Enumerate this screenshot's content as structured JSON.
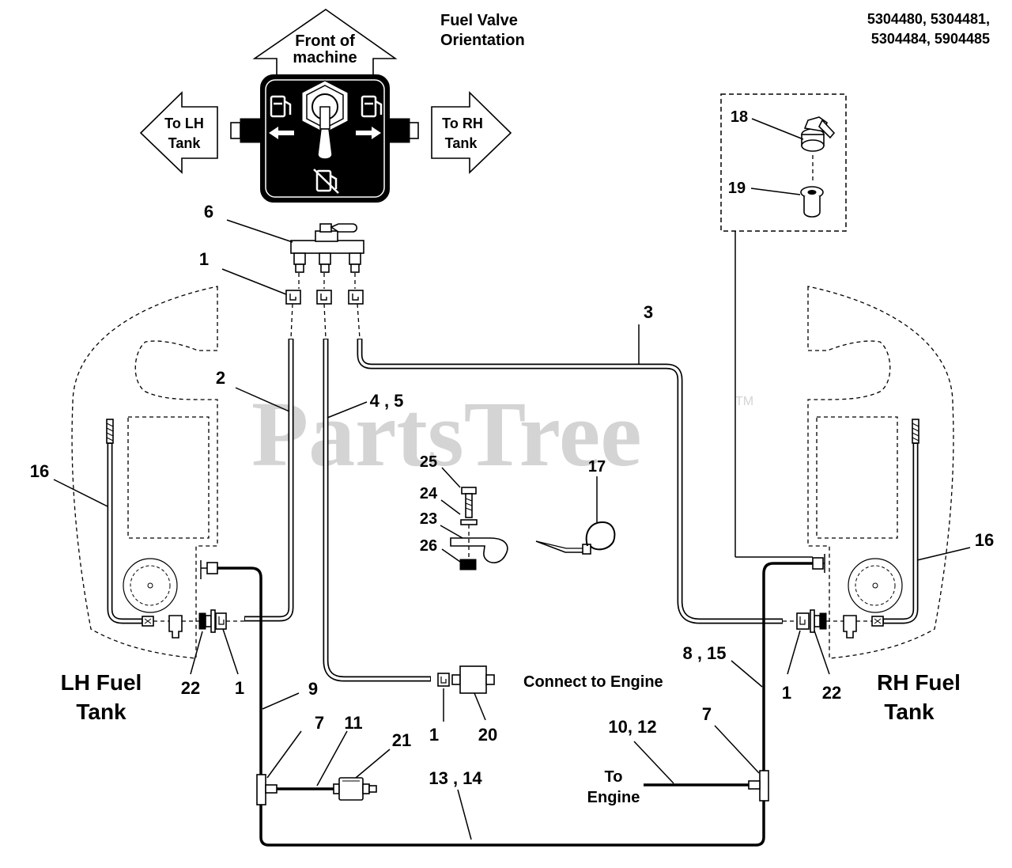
{
  "model_numbers": [
    "5304480, 5304481,",
    "5304484, 5904485"
  ],
  "valve_orientation": {
    "title": [
      "Fuel Valve",
      "Orientation"
    ],
    "front_label": [
      "Front of",
      "machine"
    ],
    "lh_label": [
      "To LH",
      "Tank"
    ],
    "rh_label": [
      "To RH",
      "Tank"
    ]
  },
  "watermark": {
    "text": "PartsTree",
    "tm": "TM"
  },
  "tank_labels": {
    "lh": [
      "LH Fuel",
      "Tank"
    ],
    "rh": [
      "RH Fuel",
      "Tank"
    ]
  },
  "annotations": {
    "connect_to_engine": "Connect to Engine",
    "to_engine": [
      "To",
      "Engine"
    ]
  },
  "callouts": {
    "c6": "6",
    "c1_valve": "1",
    "c3": "3",
    "c2": "2",
    "c4_5": "4 , 5",
    "c16_left": "16",
    "c16_right": "16",
    "c18": "18",
    "c19": "19",
    "c25": "25",
    "c24": "24",
    "c23": "23",
    "c26": "26",
    "c17": "17",
    "c22_left": "22",
    "c1_left": "1",
    "c9": "9",
    "c1_mid": "1",
    "c20": "20",
    "c8_15": "8 , 15",
    "c1_right": "1",
    "c22_right": "22",
    "c7_left": "7",
    "c11": "11",
    "c21": "21",
    "c13_14": "13 , 14",
    "c10_12": "10, 12",
    "c7_right": "7"
  },
  "colors": {
    "ink": "#000000",
    "watermark": "#d4d4d4",
    "paper": "#ffffff"
  }
}
